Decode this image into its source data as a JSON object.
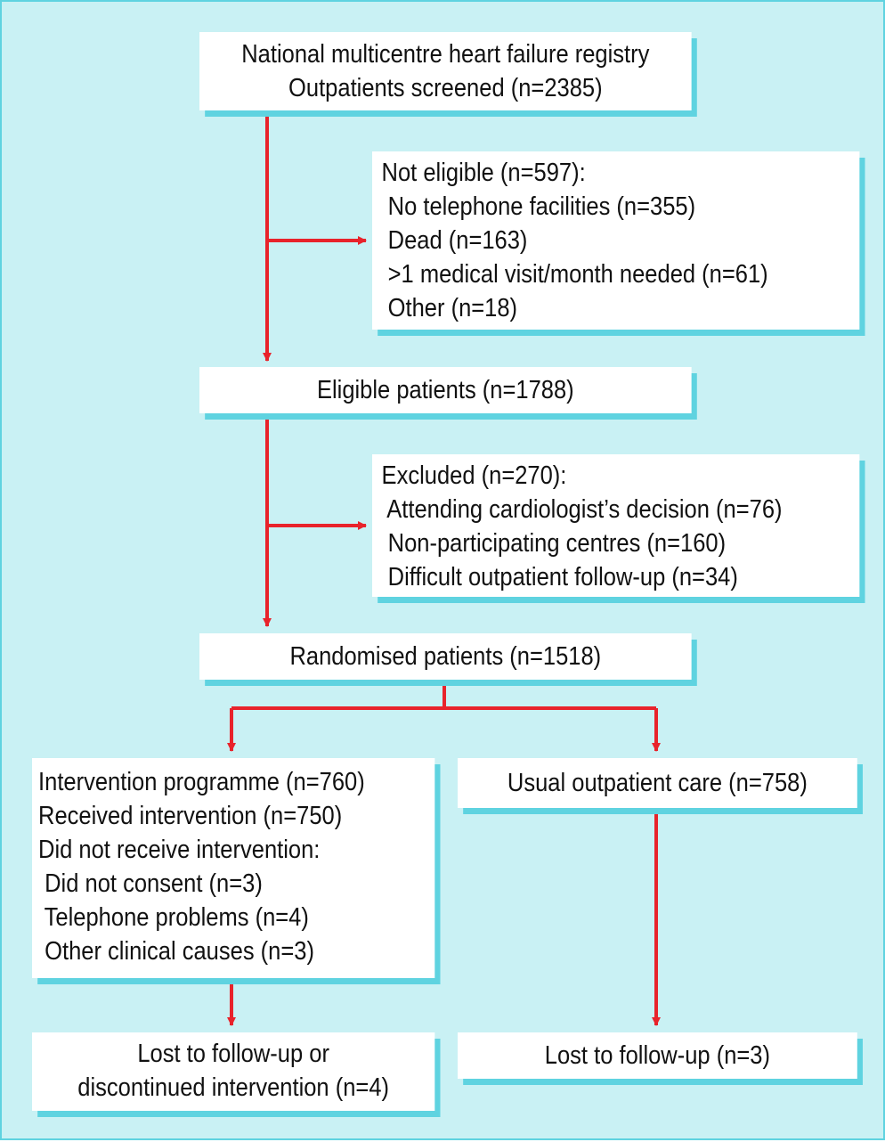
{
  "colors": {
    "background": "#c9f1f4",
    "shadow": "#5fd3e0",
    "arrow": "#e8232b",
    "box": "#ffffff"
  },
  "registry": {
    "lines": [
      "National multicentre heart failure registry",
      "Outpatients screened (n=2385)"
    ]
  },
  "not_eligible": {
    "lines": [
      "Not eligible (n=597):",
      " No telephone facilities (n=355)",
      " Dead (n=163)",
      " >1 medical visit/month needed (n=61)",
      " Other (n=18)"
    ]
  },
  "eligible": {
    "lines": [
      "Eligible patients (n=1788)"
    ]
  },
  "excluded": {
    "lines": [
      "Excluded (n=270):",
      " Attending cardiologist’s decision (n=76)",
      " Non-participating centres (n=160)",
      " Difficult outpatient follow-up (n=34)"
    ]
  },
  "randomised": {
    "lines": [
      "Randomised patients (n=1518)"
    ]
  },
  "intervention": {
    "lines": [
      "Intervention programme (n=760)",
      "Received intervention (n=750)",
      "Did not receive intervention:",
      " Did not consent (n=3)",
      " Telephone problems (n=4)",
      " Other clinical causes (n=3)"
    ]
  },
  "usual_care": {
    "lines": [
      "Usual outpatient care (n=758)"
    ]
  },
  "lost_intervention": {
    "lines": [
      "Lost to follow-up or",
      "discontinued intervention (n=4)"
    ]
  },
  "lost_usual": {
    "lines": [
      "Lost to follow-up (n=3)"
    ]
  }
}
